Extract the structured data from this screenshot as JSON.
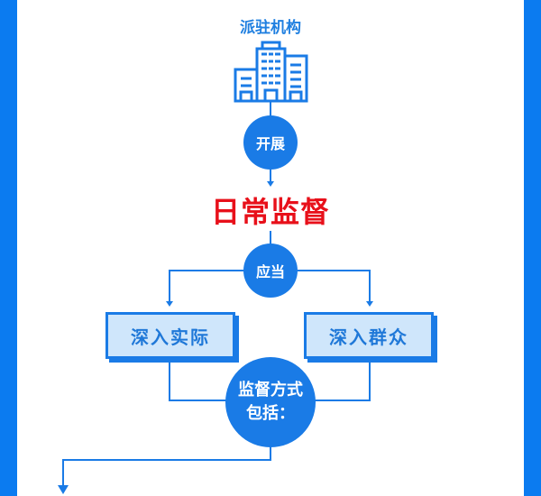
{
  "colors": {
    "primary": "#1a7be6",
    "border": "#0b7bf0",
    "headline": "#e8101a",
    "box_fill": "#cfe6fb"
  },
  "top": {
    "label": "派驻机构",
    "icon": "building-icon"
  },
  "step1": {
    "label": "开展"
  },
  "headline": {
    "text": "日常监督"
  },
  "step2": {
    "label": "应当"
  },
  "branches": [
    {
      "label": "深入实际"
    },
    {
      "label": "深入群众"
    }
  ],
  "step3": {
    "line1": "监督方式",
    "line2": "包括："
  }
}
